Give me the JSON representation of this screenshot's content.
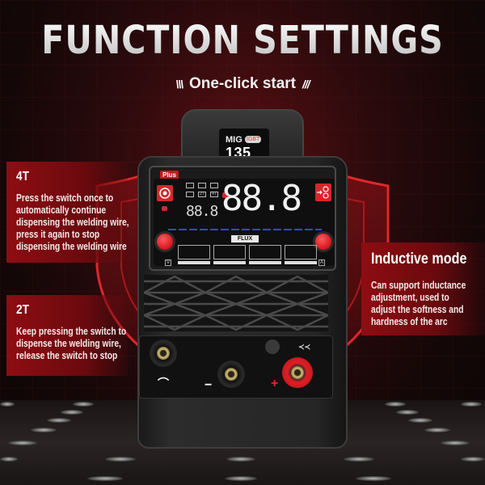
{
  "header": {
    "title": "FUNCTION SETTINGS",
    "subtitle": "One-click start",
    "subtitle_left_deco": "\\\\\\",
    "subtitle_right_deco": "///"
  },
  "features": [
    {
      "title": "4T",
      "lines": [
        "Press the switch once to",
        "automatically continue",
        "dispensing the welding wire,",
        "press it again to stop",
        "dispensing the welding wire"
      ]
    },
    {
      "title": "2T",
      "lines": [
        "Keep pressing the switch to",
        "dispense the welding wire,",
        "release the switch to stop"
      ]
    },
    {
      "title": "Inductive mode",
      "lines": [
        "Can support inductance",
        "adjustment, used to",
        "adjust the softness and",
        "hardness of the arc"
      ]
    }
  ],
  "machine": {
    "model_prefix": "MIG",
    "model_tag": "IGBT",
    "model_number": "135",
    "edition_badge": "Plus",
    "display_small": "88.8",
    "display_large": "88.8",
    "mode_buttons": [
      "2T",
      "4T"
    ],
    "process_label": "FLUX",
    "knob_left_label": "V",
    "knob_right_label": "A",
    "terminal_negative": "−",
    "terminal_positive": "+",
    "colors": {
      "accent_red": "#d6262c",
      "panel_red": "#8e0d12",
      "lcd_blue": "#3544d8"
    }
  }
}
